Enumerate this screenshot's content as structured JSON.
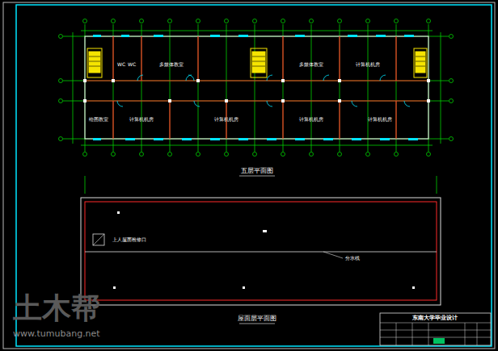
{
  "diagram": {
    "title": "五层平面图",
    "labels": [
      "WC",
      "WC",
      "多媒体教室",
      "多媒体教室",
      "计算机机房",
      "绘图教室",
      "计算机机房",
      "计算机机房",
      "计算机机房",
      "计算机机房",
      "上人屋面检修口",
      "分水线",
      "屋面层平面图",
      "东南大学毕业设计",
      "土木帮",
      "www.tumubang.net"
    ]
  }
}
